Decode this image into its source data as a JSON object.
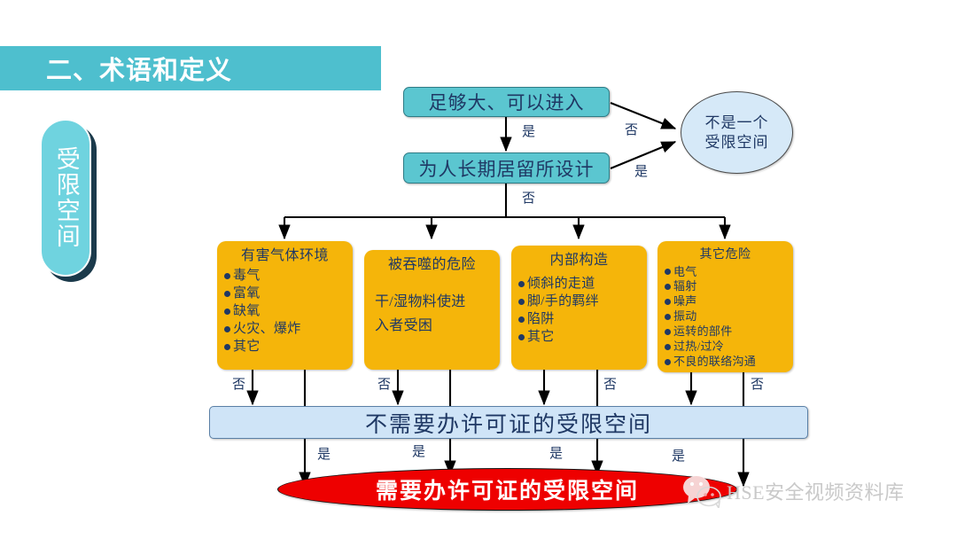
{
  "slide": {
    "title": "二、术语和定义",
    "side_label": "受限空间",
    "background_color": "#ffffff",
    "title_bar_color": "#4EBFCE"
  },
  "flowchart": {
    "decision_1": "足够大、可以进入",
    "decision_2": "为人长期居留所设计",
    "terminal_circle_line1": "不是一个",
    "terminal_circle_line2": "受限空间",
    "labels": {
      "yes": "是",
      "no": "否"
    },
    "edge_labels": {
      "d1_down": "是",
      "d1_right": "否",
      "d2_right": "是",
      "d2_down": "否"
    },
    "hazard_boxes": [
      {
        "title": "有害气体环境",
        "items": [
          "毒气",
          "富氧",
          "缺氧",
          "火灾、爆炸",
          "其它"
        ],
        "paragraph": null,
        "color": "#F5B50A"
      },
      {
        "title": "被吞噬的危险",
        "items": [],
        "paragraph": "干/湿物料使进\n入者受困",
        "color": "#F5B50A"
      },
      {
        "title": "内部构造",
        "items": [
          "倾斜的走道",
          "脚/手的羁绊",
          "陷阱",
          "其它"
        ],
        "paragraph": null,
        "color": "#F5B50A"
      },
      {
        "title": "其它危险",
        "items": [
          "电气",
          "辐射",
          "噪声",
          "振动",
          "运转的部件",
          "过热/过冷",
          "不良的联络沟通"
        ],
        "paragraph": null,
        "color": "#F5B50A"
      }
    ],
    "no_permit_bar": "不需要办许可证的受限空间",
    "permit_required": "需要办许可证的受限空间",
    "no_labels_under_hazards": [
      "否",
      "否",
      "否",
      "否"
    ],
    "yes_labels_under_bar": [
      "是",
      "是",
      "是",
      "是"
    ]
  },
  "watermark": {
    "icon": "wechat-icon",
    "text": "HSE安全视频资料库"
  }
}
